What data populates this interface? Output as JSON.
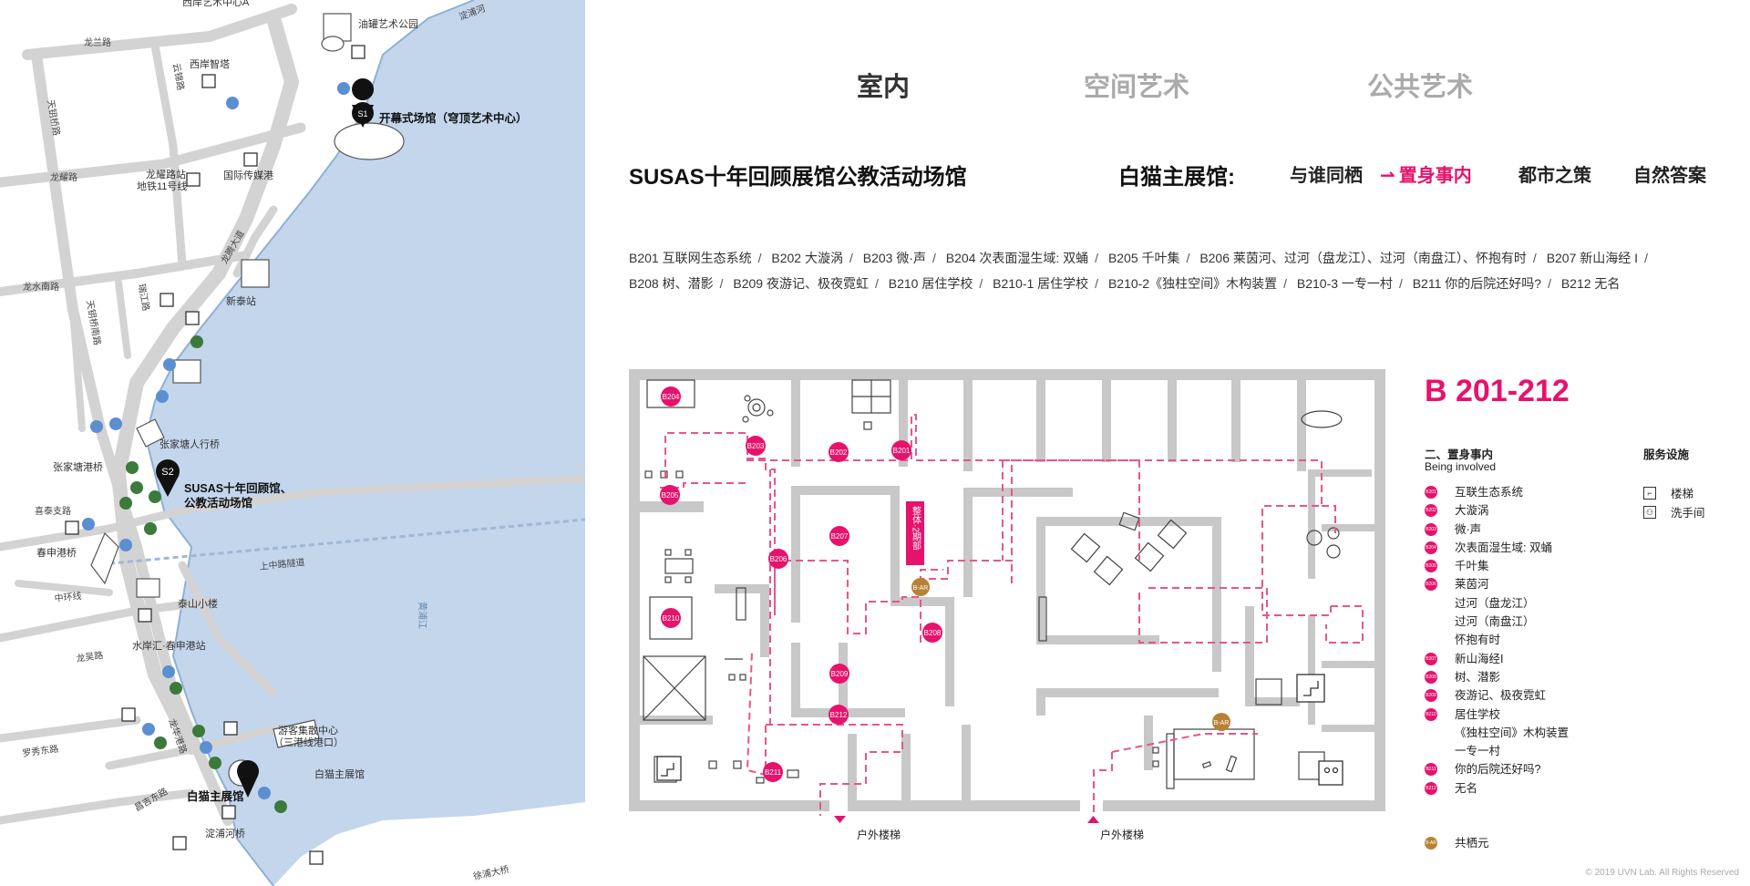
{
  "tabs": [
    {
      "label": "室内",
      "active": true
    },
    {
      "label": "空间艺术",
      "active": false
    },
    {
      "label": "公共艺术",
      "active": false
    }
  ],
  "venue_title": "SUSAS十年回顾展馆公教活动场馆",
  "main_hall": {
    "label": "白猫主展馆:",
    "items": [
      {
        "label": "与谁同栖",
        "active": false
      },
      {
        "label": "置身事内",
        "active": true
      },
      {
        "label": "都市之策",
        "active": false
      },
      {
        "label": "自然答案",
        "active": false
      }
    ]
  },
  "exhibits_line1": [
    "B201 互联网生态系统",
    "B202 大漩涡",
    "B203 微·声",
    "B204 次表面湿生域: 双蛹",
    "B205 千叶集",
    "B206 莱茵河、过河（盘龙江）、过河（南盘江）、怀抱有时",
    "B207 新山海经 I"
  ],
  "exhibits_line2": [
    "B208 树、潜影",
    "B209 夜游记、极夜霓虹",
    "B210 居住学校",
    "B210-1 居住学校",
    "B210-2《独柱空间》木构装置",
    "B210-3 一专一村",
    "B211 你的后院还好吗?",
    "B212 无名"
  ],
  "legend": {
    "title": "B 201-212",
    "section": "二、置身事内",
    "section_en": "Being involved",
    "items": [
      {
        "code": "B201",
        "label": "互联生态系统"
      },
      {
        "code": "B202",
        "label": "大漩涡"
      },
      {
        "code": "B203",
        "label": "微·声"
      },
      {
        "code": "B204",
        "label": "次表面湿生域: 双蛹"
      },
      {
        "code": "B205",
        "label": "千叶集"
      },
      {
        "code": "B206",
        "label": "莱茵河"
      },
      {
        "code": "",
        "label": "过河（盘龙江）"
      },
      {
        "code": "",
        "label": "过河（南盘江）"
      },
      {
        "code": "",
        "label": "怀抱有时"
      },
      {
        "code": "B207",
        "label": "新山海经I"
      },
      {
        "code": "B208",
        "label": "树、潜影"
      },
      {
        "code": "B209",
        "label": "夜游记、极夜霓虹"
      },
      {
        "code": "B210",
        "label": "居住学校"
      },
      {
        "code": "",
        "label": "《独柱空间》木构装置"
      },
      {
        "code": "",
        "label": "一专一村"
      },
      {
        "code": "B211",
        "label": "你的后院还好吗?"
      },
      {
        "code": "B212",
        "label": "无名"
      }
    ],
    "shared": {
      "code": "B-AR",
      "label": "共栖元"
    }
  },
  "services": {
    "title": "服务设施",
    "items": [
      {
        "icon": "stairs-icon",
        "label": "楼梯"
      },
      {
        "icon": "restroom-icon",
        "label": "洗手间"
      }
    ]
  },
  "floorplan": {
    "markers": [
      {
        "code": "B204"
      },
      {
        "code": "B203"
      },
      {
        "code": "B202"
      },
      {
        "code": "B201"
      },
      {
        "code": "B205"
      },
      {
        "code": "B206"
      },
      {
        "code": "B207"
      },
      {
        "code": "B208"
      },
      {
        "code": "B209"
      },
      {
        "code": "B210"
      },
      {
        "code": "B211"
      },
      {
        "code": "B212"
      }
    ],
    "ar_markers": [
      "B-AR",
      "B-AR"
    ],
    "vertical_label": "整体·2期部",
    "stair_labels": [
      "户外楼梯",
      "户外楼梯"
    ]
  },
  "map": {
    "places": [
      "西岸艺术中心A",
      "油罐艺术公园",
      "西岸智塔",
      "开幕式场馆（穹顶艺术中心）",
      "龙耀路站",
      "地铁11号线",
      "国际传媒港",
      "新泰站",
      "张家塘人行桥",
      "张家塘港桥",
      "春申港桥",
      "泰山小楼",
      "水岸汇·春申港站",
      "游客集散中心",
      "（三港线港口）",
      "白猫主展馆",
      "淀浦河桥",
      "SUSAS十年回顾馆、",
      "公教活动场馆",
      "白猫主展馆"
    ],
    "roads": [
      "龙兰路",
      "云锦路",
      "天钥桥路",
      "龙耀路",
      "龙腾大道",
      "龙水南路",
      "瑞江路",
      "天钥桥南路",
      "上中路隧道",
      "中环线",
      "龙吴路",
      "罗秀东路",
      "龙华港路",
      "昌吉东路",
      "黄浦江",
      "徐浦大桥",
      "淀浦河",
      "喜泰支路"
    ],
    "pins": [
      "S1",
      "S2"
    ]
  },
  "copyright": "© 2019 UVN Lab. All Rights Reserved"
}
